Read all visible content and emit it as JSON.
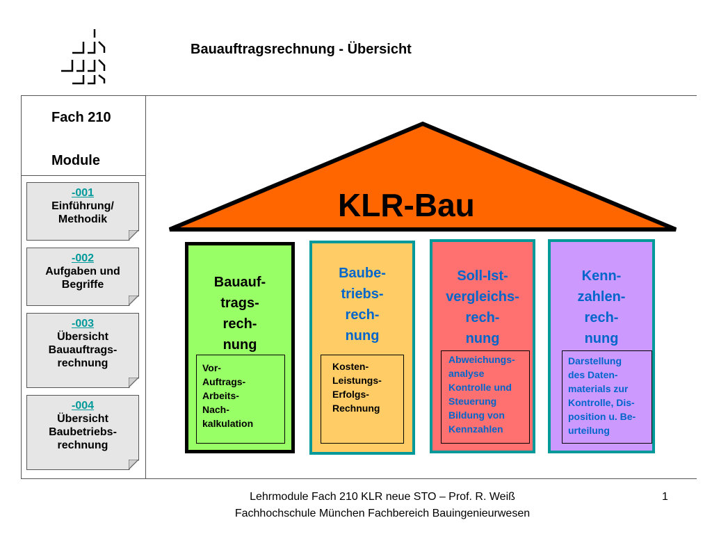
{
  "header": {
    "logo": "university-logo",
    "title": "Bauauftragsrechnung - Übersicht"
  },
  "sidebar": {
    "fach": "Fach 210",
    "module_label": "Module",
    "items": [
      {
        "code": "-001",
        "label_1": "Einführung/",
        "label_2": "Methodik",
        "label_3": ""
      },
      {
        "code": "-002",
        "label_1": "Aufgaben und",
        "label_2": "Begriffe",
        "label_3": ""
      },
      {
        "code": "-003",
        "label_1": "Übersicht",
        "label_2": "Bauauftrags-",
        "label_3": "rechnung"
      },
      {
        "code": "-004",
        "label_1": "Übersicht",
        "label_2": "Baubetriebs-",
        "label_3": "rechnung"
      }
    ]
  },
  "diagram": {
    "roof_label": "KLR-Bau",
    "pillars": [
      {
        "title": [
          "Bauauf-",
          "trags-",
          "rech-",
          "nung"
        ],
        "lines": [
          "Vor-",
          "Auftrags-",
          "Arbeits-",
          "Nach-",
          "kalkulation"
        ],
        "fill": "#99ff66",
        "border": "#000000",
        "text_color": "#000000"
      },
      {
        "title": [
          "Baube-",
          "triebs-",
          "rech-",
          "nung"
        ],
        "lines": [
          "Kosten-",
          "Leistungs-",
          "Erfolgs-",
          "Rechnung"
        ],
        "fill": "#ffcc66",
        "border": "#009999",
        "text_color": "#0066cc"
      },
      {
        "title": [
          "Soll-Ist-",
          "vergleichs-",
          "rech-",
          "nung"
        ],
        "lines": [
          "Abweichungs-",
          "analyse",
          "Kontrolle und",
          "Steuerung",
          "Bildung von",
          "Kennzahlen"
        ],
        "fill": "#ff7070",
        "border": "#009999",
        "text_color": "#0066cc"
      },
      {
        "title": [
          "Kenn-",
          "zahlen-",
          "rech-",
          "nung"
        ],
        "lines": [
          "Darstellung",
          "des Daten-",
          "materials zur",
          "Kontrolle, Dis-",
          "position u. Be-",
          "urteilung"
        ],
        "fill": "#cc99ff",
        "border": "#009999",
        "text_color": "#0066cc"
      }
    ],
    "roof_color": "#ff6600"
  },
  "footer": {
    "line1": "Lehrmodule Fach 210 KLR neue STO – Prof. R. Weiß",
    "line2": "Fachhochschule München Fachbereich Bauingenieurwesen",
    "page_number": "1"
  }
}
